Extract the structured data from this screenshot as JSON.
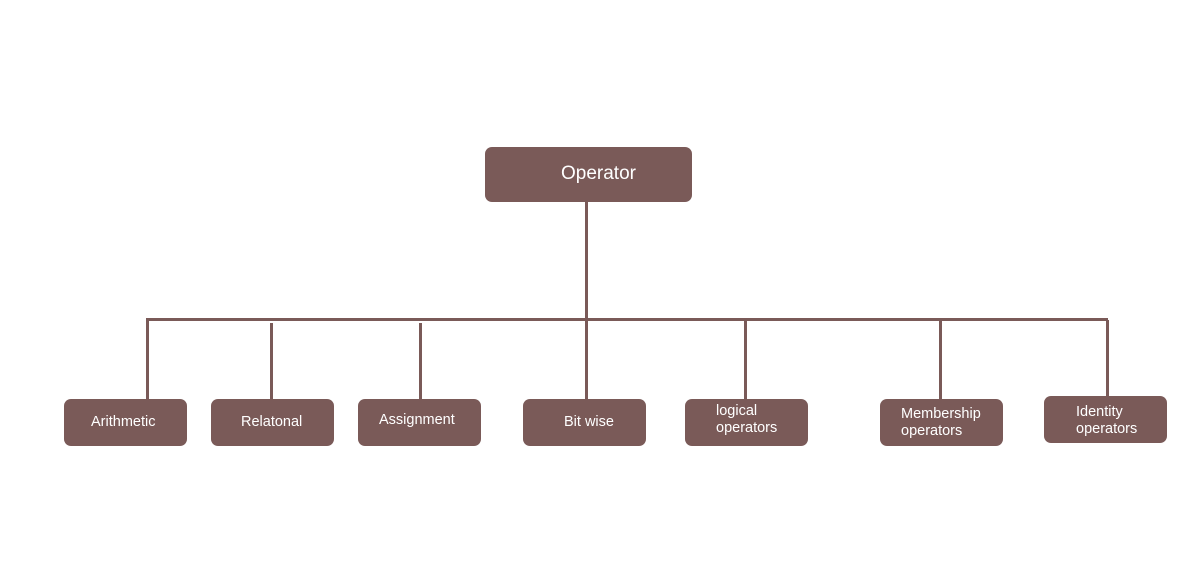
{
  "diagram": {
    "root": {
      "label": "Operator"
    },
    "children": [
      {
        "label": "Arithmetic"
      },
      {
        "label": "Relatonal"
      },
      {
        "label": "Assignment"
      },
      {
        "label": "Bit wise"
      },
      {
        "label": "logical\noperators"
      },
      {
        "label": "Membership\noperators"
      },
      {
        "label": "Identity\noperators"
      }
    ]
  },
  "colors": {
    "node_fill": "#7a5a58",
    "connector": "#7a5a58",
    "label_text": "#ffffff",
    "background": "#ffffff"
  }
}
